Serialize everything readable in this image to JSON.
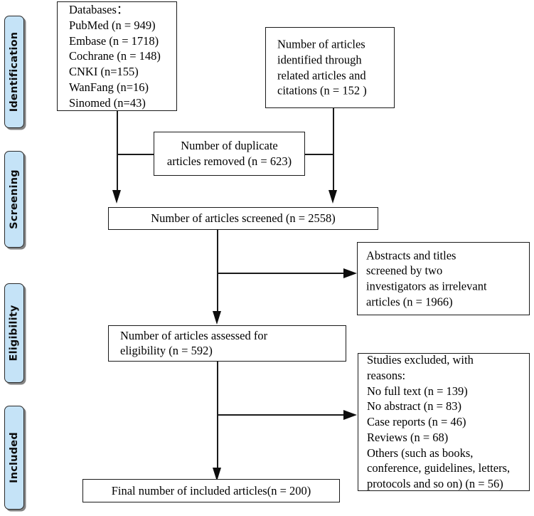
{
  "diagram": {
    "type": "prisma-flow-diagram",
    "stages": [
      {
        "id": "identification",
        "label": "Identification"
      },
      {
        "id": "screening",
        "label": "Screening"
      },
      {
        "id": "eligibility",
        "label": "Eligibility"
      },
      {
        "id": "included",
        "label": "Included"
      }
    ],
    "boxes": {
      "databases": {
        "name": "databases-box",
        "lines": [
          "Databases：",
          "PubMed (n = 949)",
          "Embase (n = 1718)",
          "Cochrane (n = 148)",
          "CNKI (n=155)",
          "WanFang (n=16)",
          "Sinomed (n=43)"
        ]
      },
      "other_sources": {
        "name": "other-sources-box",
        "lines": [
          "Number of articles",
          "identified through",
          "related articles and",
          "citations (n = 152 )"
        ]
      },
      "duplicates": {
        "name": "duplicates-removed-box",
        "lines": [
          "Number of duplicate",
          "articles removed (n = 623)"
        ]
      },
      "screened": {
        "name": "articles-screened-box",
        "lines": [
          "Number of articles screened (n = 2558)"
        ]
      },
      "abstracts_excluded": {
        "name": "abstracts-excluded-box",
        "lines": [
          "Abstracts and titles",
          "screened by two",
          "investigators as irrelevant",
          "articles (n = 1966)"
        ]
      },
      "eligibility_assessed": {
        "name": "eligibility-assessed-box",
        "lines": [
          "Number of articles assessed for",
          "eligibility (n = 592)"
        ]
      },
      "studies_excluded": {
        "name": "studies-excluded-box",
        "lines": [
          "Studies excluded, with",
          "reasons:",
          "No full text (n = 139)",
          "No abstract (n = 83)",
          "Case reports (n = 46)",
          "Reviews (n = 68)",
          "Others (such as books,",
          "conference, guidelines, letters,",
          "protocols and so on) (n = 56)"
        ]
      },
      "final_included": {
        "name": "final-included-box",
        "lines": [
          "Final number of included articles(n = 200)"
        ]
      }
    },
    "counts": {
      "pubmed": 949,
      "embase": 1718,
      "cochrane": 148,
      "cnki": 155,
      "wanfang": 16,
      "sinomed": 43,
      "other_sources": 152,
      "duplicates_removed": 623,
      "screened": 2558,
      "abstracts_excluded": 1966,
      "eligibility_assessed": 592,
      "excluded_no_full_text": 139,
      "excluded_no_abstract": 83,
      "excluded_case_reports": 46,
      "excluded_reviews": 68,
      "excluded_others": 56,
      "final_included": 200
    },
    "colors": {
      "stage_fill": "#C5E3F7",
      "stage_border": "#2b2b2b",
      "box_border": "#1a1a1a",
      "connector": "#1a1a1a",
      "text": "#000000",
      "background": "#ffffff"
    }
  }
}
